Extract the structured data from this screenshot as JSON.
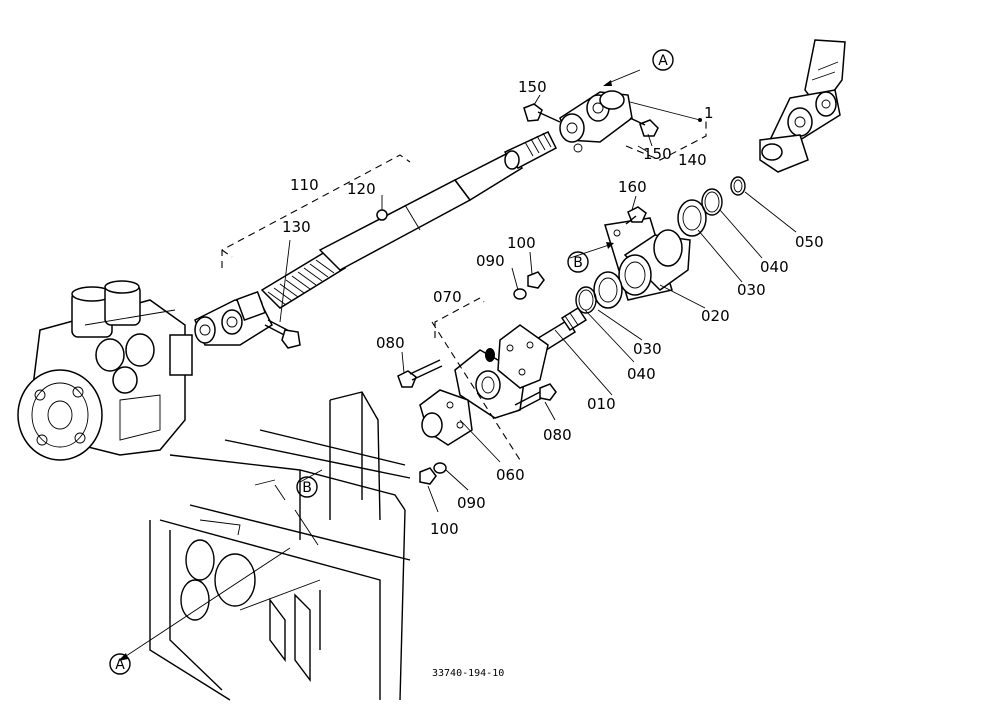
{
  "figure_code": "33740-194-10",
  "callouts": {
    "a": "A",
    "b": "B"
  },
  "labels": {
    "p010": "010",
    "p020": "020",
    "p030a": "030",
    "p030b": "030",
    "p040a": "040",
    "p040b": "040",
    "p050": "050",
    "p060": "060",
    "p070": "070",
    "p080a": "080",
    "p080b": "080",
    "p090a": "090",
    "p090b": "090",
    "p100a": "100",
    "p100b": "100",
    "p110": "110",
    "p120": "120",
    "p130": "130",
    "p140": "140",
    "p150a": "150",
    "p150b": "150",
    "p160": "160",
    "p1": "1"
  }
}
